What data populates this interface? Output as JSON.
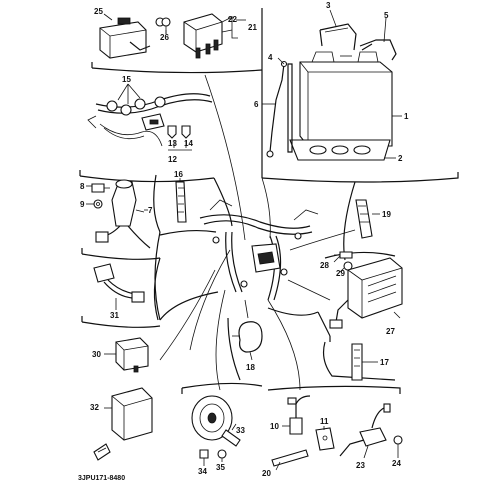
{
  "labels": {
    "p1": "1",
    "p2": "2",
    "p3": "3",
    "p4": "4",
    "p5": "5",
    "p6": "6",
    "p7": "7",
    "p8": "8",
    "p9": "9",
    "p10": "10",
    "p11": "11",
    "p12": "12",
    "p13": "13",
    "p14": "14",
    "p15": "15",
    "p16": "16",
    "p17": "17",
    "p18": "18",
    "p19": "19",
    "p20": "20",
    "p21": "21",
    "p22": "22",
    "p23": "23",
    "p24": "24",
    "p25": "25",
    "p26": "26",
    "p27": "27",
    "p28": "28",
    "p29": "29",
    "p30": "30",
    "p31": "31",
    "p32": "32",
    "p33": "33",
    "p34": "34",
    "p35": "35"
  },
  "code": "3JPU171-8480",
  "colors": {
    "ink": "#111111",
    "paper": "#ffffff"
  }
}
